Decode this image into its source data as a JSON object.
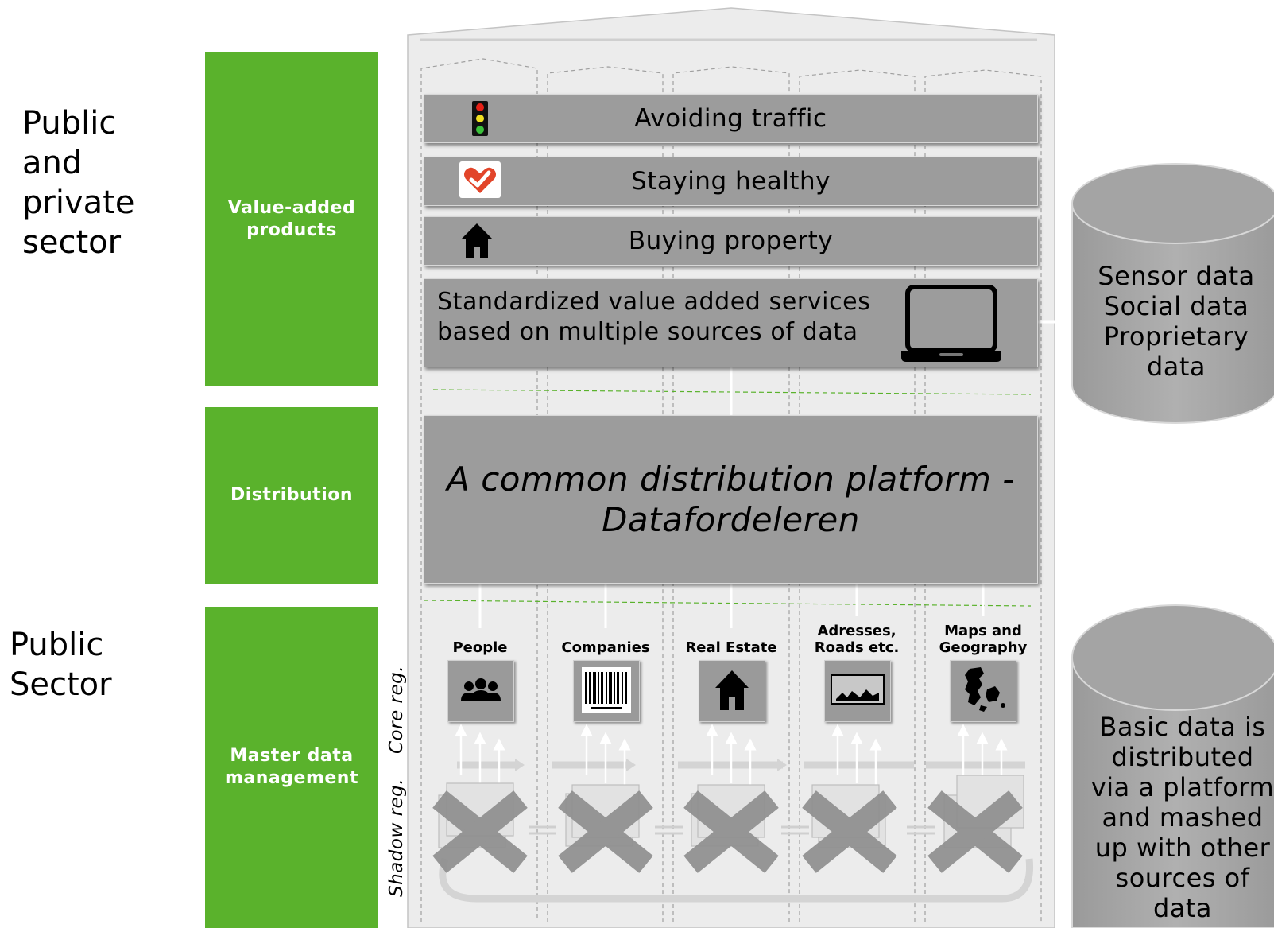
{
  "sectors": {
    "upper": "Public\nand\nprivate\nsector",
    "lower": "Public\nSector"
  },
  "layers": {
    "value_added": "Value-added\nproducts",
    "distribution": "Distribution",
    "master_data": "Master data\nmanagement"
  },
  "products": [
    {
      "label": "Avoiding traffic",
      "icon": "traffic-light-icon"
    },
    {
      "label": "Staying healthy",
      "icon": "health-heart-icon"
    },
    {
      "label": "Buying property",
      "icon": "house-icon"
    }
  ],
  "value_services": {
    "text": "Standardized value added services\nbased on multiple sources of data",
    "icon": "laptop-icon"
  },
  "distribution_platform": "A common distribution platform -\nDatafordeleren",
  "columns": [
    {
      "label": "People",
      "icon": "people-icon"
    },
    {
      "label": "Companies",
      "icon": "barcode-icon"
    },
    {
      "label": "Real Estate",
      "icon": "house-icon"
    },
    {
      "label": "Adresses,\nRoads etc.",
      "icon": "road-map-icon"
    },
    {
      "label": "Maps and\nGeography",
      "icon": "denmark-map-icon"
    }
  ],
  "registers": {
    "core": "Core reg.",
    "shadow": "Shadow reg."
  },
  "cylinders": {
    "upper": "Sensor data\nSocial data\nProprietary\ndata",
    "lower": "Basic data is\ndistributed\nvia a platform\nand mashed\nup with other\nsources of\ndata"
  },
  "colors": {
    "green": "#5ab22c",
    "bar_gray": "#9c9c9c",
    "building": "#ececec",
    "cylinder": "#a8a8a8"
  }
}
